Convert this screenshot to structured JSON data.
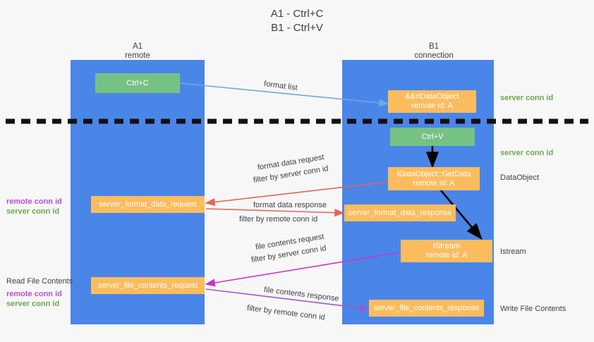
{
  "title": {
    "line1": "A1 - Ctrl+C",
    "line2": "B1 - Ctrl+V"
  },
  "colors": {
    "lane": "#4a86e8",
    "box_orange": "#fbbc5e",
    "box_green": "#76c285",
    "server_conn_id": "#6aa84f",
    "remote_conn_id": "#b84fd6",
    "arrow_blue": "#6fa8dc",
    "arrow_red": "#e8635a",
    "arrow_magenta": "#cc33cc",
    "arrow_purple": "#9b59d0",
    "arrow_black": "#000000",
    "background": "#f7f7f7",
    "text": "#3c4043"
  },
  "columns": [
    {
      "name": "A1",
      "sub": "remote"
    },
    {
      "name": "B1",
      "sub": "connection"
    }
  ],
  "boxes": {
    "ctrl_c": {
      "line1": "Ctrl+C"
    },
    "data_object_notify": {
      "line1": "&&rIDataObject",
      "line2": "remote id: A"
    },
    "ctrl_v": {
      "line1": "Ctrl+V"
    },
    "get_data": {
      "line1": "IDataObject::GetData",
      "line2": "remote id: A"
    },
    "server_format_data_request": {
      "line1": "server_format_data_request"
    },
    "server_format_data_response": {
      "line1": "server_format_data_response"
    },
    "istream": {
      "line1": "IStream",
      "line2": "remote id: A"
    },
    "server_file_contents_request": {
      "line1": "server_file_contents_request"
    },
    "server_file_contents_response": {
      "line1": "server_file_contents_response"
    }
  },
  "arrow_labels": {
    "format_list": "format list",
    "format_data_request": "format data request",
    "format_data_request_filter_prefix": "filter by ",
    "format_data_request_filter_value": "server conn id",
    "format_data_response": "format data response",
    "format_data_response_filter_prefix": "filter by ",
    "format_data_response_filter_value": "remote conn id",
    "file_contents_request": "file contents request",
    "file_contents_request_filter_prefix": "filter by ",
    "file_contents_request_filter_value": "server conn id",
    "file_contents_response": "file contents response",
    "file_contents_response_filter_prefix": "filter by ",
    "file_contents_response_filter_value": "remote conn id"
  },
  "right_labels": {
    "server_conn_id_top": "server conn id",
    "server_conn_id_mid": "server conn id",
    "data_object": "DataObject",
    "istream": "Istream",
    "write_file_contents": "Write File Contents"
  },
  "left_labels": {
    "remote_conn_id_mid": "remote conn id",
    "server_conn_id_mid": "server conn id",
    "read_file_contents": "Read File Contents",
    "remote_conn_id_bottom": "remote conn id",
    "server_conn_id_bottom": "server conn id"
  }
}
